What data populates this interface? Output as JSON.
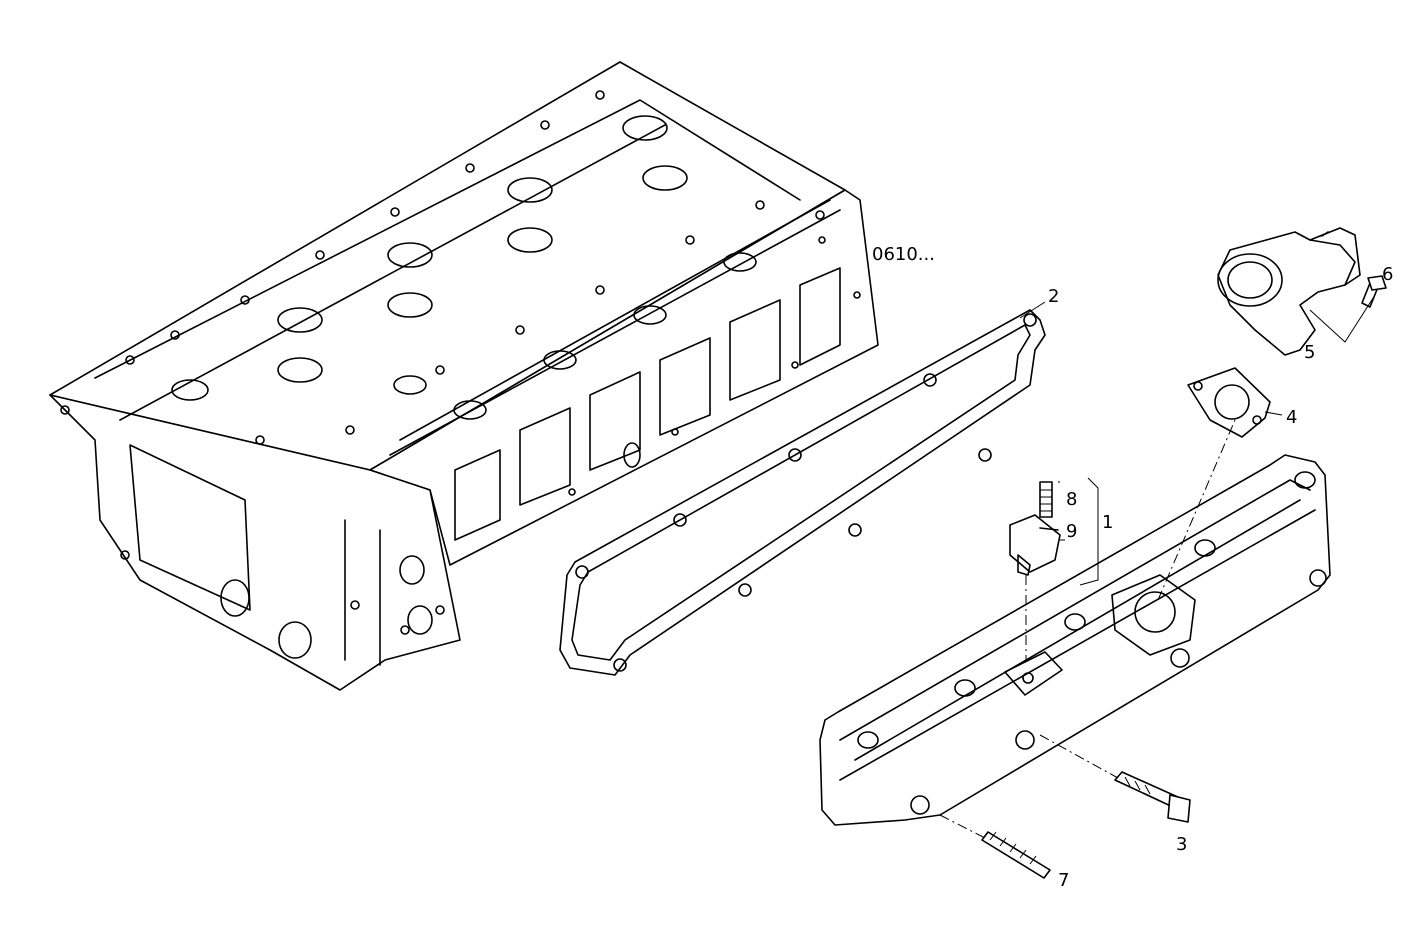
{
  "diagram": {
    "reference_note": "0610...",
    "callouts": {
      "p1": "1",
      "p2": "2",
      "p3": "3",
      "p4": "4",
      "p5": "5",
      "p6": "6",
      "p7": "7",
      "p8": "8",
      "p9": "9"
    }
  }
}
